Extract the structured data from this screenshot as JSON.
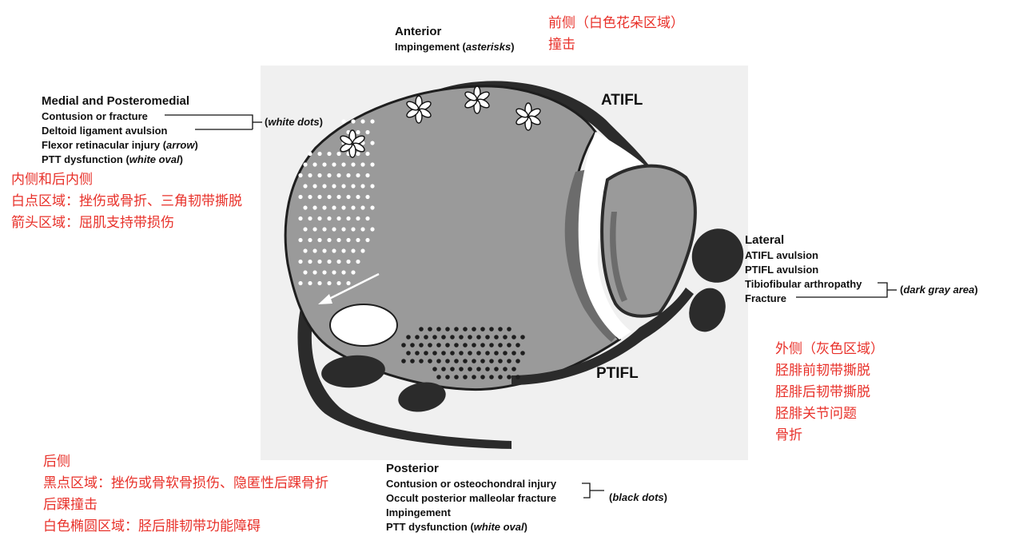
{
  "anterior": {
    "title": "Anterior",
    "line1_pre": "Impingement (",
    "line1_em": "asterisks",
    "line1_post": ")"
  },
  "medial": {
    "title": "Medial and Posteromedial",
    "line1": "Contusion or fracture",
    "line2": "Deltoid ligament avulsion",
    "line3_pre": "Flexor retinacular injury (",
    "line3_em": "arrow",
    "line3_post": ")",
    "line4_pre": "PTT dysfunction (",
    "line4_em": "white oval",
    "line4_post": ")",
    "bracket_pre": "(",
    "bracket_em": "white dots",
    "bracket_post": ")"
  },
  "lateral": {
    "title": "Lateral",
    "line1": "ATIFL avulsion",
    "line2": "PTIFL avulsion",
    "line3": "Tibiofibular arthropathy",
    "line4": "Fracture",
    "bracket_pre": "(",
    "bracket_em": "dark gray area",
    "bracket_post": ")"
  },
  "posterior": {
    "title": "Posterior",
    "line1": "Contusion or osteochondral injury",
    "line2": "Occult posterior malleolar fracture",
    "line3": "Impingement",
    "line4_pre": "PTT dysfunction (",
    "line4_em": "white oval",
    "line4_post": ")",
    "bracket_pre": "(",
    "bracket_em": "black dots",
    "bracket_post": ")"
  },
  "ligaments": {
    "atifl": "ATIFL",
    "ptifl": "PTIFL"
  },
  "zh_anterior": [
    "前侧（白色花朵区域）",
    "撞击"
  ],
  "zh_medial": [
    "内侧和后内侧",
    "白点区域：挫伤或骨折、三角韧带撕脱",
    "箭头区域：屈肌支持带损伤"
  ],
  "zh_lateral": [
    "外侧（灰色区域）",
    "胫腓前韧带撕脱",
    "胫腓后韧带撕脱",
    "胫腓关节问题",
    "骨折"
  ],
  "zh_posterior": [
    "后侧",
    "黑点区域：挫伤或骨软骨损伤、隐匿性后踝骨折",
    "后踝撞击",
    "白色椭圆区域：胫后腓韧带功能障碍"
  ],
  "colors": {
    "bone": "#9a9a9a",
    "dark": "#2b2b2b",
    "mid": "#6c6c6c",
    "red": "#e8312a"
  }
}
